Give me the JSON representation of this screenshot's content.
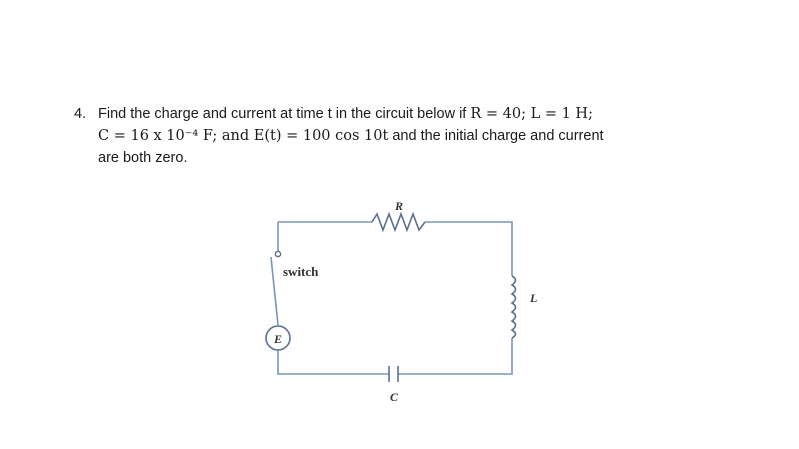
{
  "problem": {
    "number": "4.",
    "line1_text": "Find the charge and current at time t in the circuit below if",
    "line1_math": "R  =  40;  L  = 1 H;",
    "line2_math": "C  =  16 x 10⁻⁴ F;  and E(t)  =  100 cos 10t",
    "line2_text": "and the initial charge and current",
    "line3_text": "are both zero."
  },
  "circuit": {
    "resistor_label": "R",
    "inductor_label": "L",
    "capacitor_label": "C",
    "source_label": "E",
    "switch_label": "switch"
  },
  "colors": {
    "wire": "#7a95b8",
    "text": "#1a1a1a"
  }
}
